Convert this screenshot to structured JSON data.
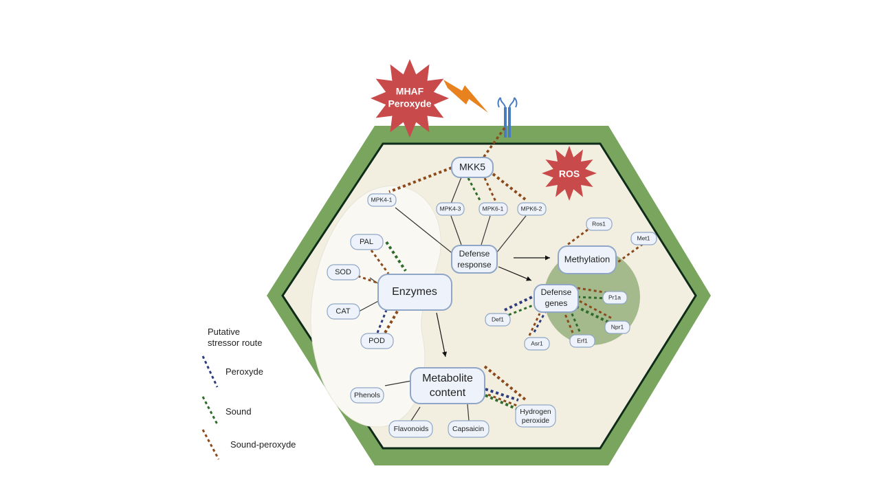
{
  "stressor": {
    "line1": "MHAF",
    "line2": "Peroxyde"
  },
  "ros": "ROS",
  "nodes": {
    "mkk5": "MKK5",
    "mpk4_1": "MPK4-1",
    "mpk4_3": "MPK4-3",
    "mpk6_1": "MPK6-1",
    "mpk6_2": "MPK6-2",
    "defense_response": {
      "line1": "Defense",
      "line2": "response"
    },
    "methylation": "Methylation",
    "ros1": "Ros1",
    "met1": "Met1",
    "defense_genes": {
      "line1": "Defense",
      "line2": "genes"
    },
    "pr1a": "Pr1a",
    "def1": "Def1",
    "asr1": "Asr1",
    "erf1": "Erf1",
    "npr1": "Npr1",
    "enzymes": "Enzymes",
    "pal": "PAL",
    "sod": "SOD",
    "cat": "CAT",
    "pod": "POD",
    "metabolite_content": {
      "line1": "Metabolite",
      "line2": "content"
    },
    "phenols": "Phenols",
    "flavonoids": "Flavonoids",
    "capsaicin": "Capsaicin",
    "hydrogen_peroxide": {
      "line1": "Hydrogen",
      "line2": "peroxide"
    }
  },
  "legend": {
    "title_line1": "Putative",
    "title_line2": "stressor route",
    "items": [
      {
        "label": "Peroxyde",
        "color": "#2f3d7c"
      },
      {
        "label": "Sound",
        "color": "#2f6b2a"
      },
      {
        "label": "Sound-peroxyde",
        "color": "#8b4a1c"
      }
    ]
  },
  "colors": {
    "cell_wall": "#7aa55f",
    "cytoplasm": "#f2efe0",
    "nucleus": "#96b07c",
    "starburst": "#c94a4a",
    "lightning": "#e8821e",
    "peroxyde": "#2f3d7c",
    "sound": "#2f6b2a",
    "sound_peroxyde": "#8b4a1c"
  }
}
